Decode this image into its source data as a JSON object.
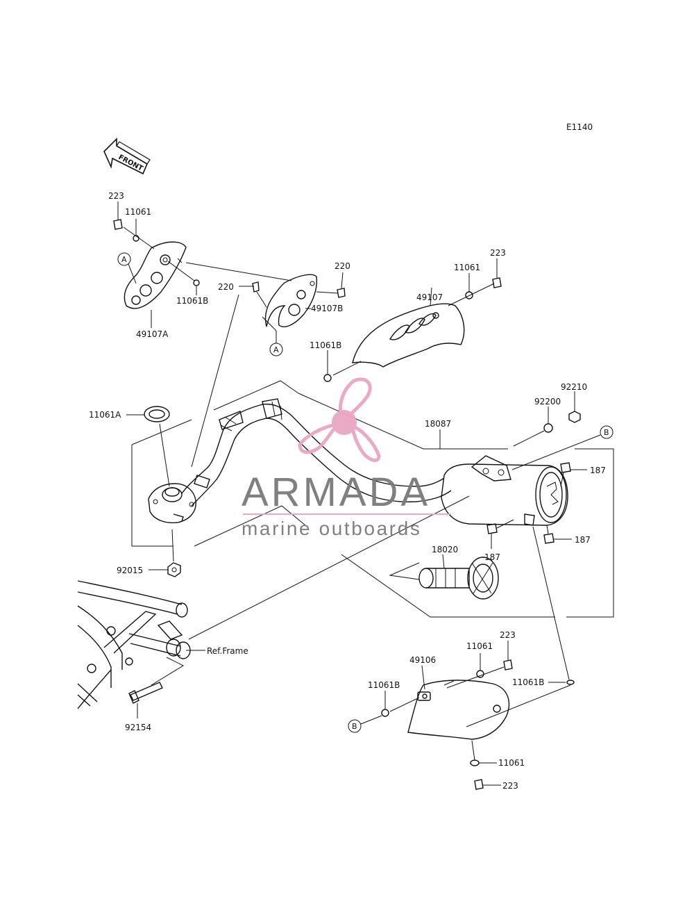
{
  "diagram_code": "E1140",
  "front_label": "FRONT",
  "callouts": {
    "a1": "A",
    "a2": "A",
    "b1": "B",
    "b2": "B"
  },
  "labels": {
    "p223_top": "223",
    "p11061_top": "11061",
    "p11061b_left": "11061B",
    "p49107a": "49107A",
    "p220_a": "220",
    "p220_b": "220",
    "p49107b": "49107B",
    "p49107": "49107",
    "p11061_mid": "11061",
    "p223_mid": "223",
    "p11061b_mid": "11061B",
    "p11061a": "11061A",
    "p92200": "92200",
    "p92210": "92210",
    "p18087": "18087",
    "p187_a": "187",
    "p187_b": "187",
    "p187_c": "187",
    "p18020": "18020",
    "p92015": "92015",
    "p_ref_frame": "Ref.Frame",
    "p92154": "92154",
    "p11061_low": "11061",
    "p223_low": "223",
    "p49106": "49106",
    "p11061b_low_left": "11061B",
    "p11061b_low_right": "11061B",
    "p11061_bottom": "11061",
    "p223_bottom": "223"
  },
  "watermark": {
    "brand": "ARMADA",
    "tagline": "marine outboards",
    "logo_color": "#e9a6c2",
    "text_color": "#7a7a7a"
  }
}
